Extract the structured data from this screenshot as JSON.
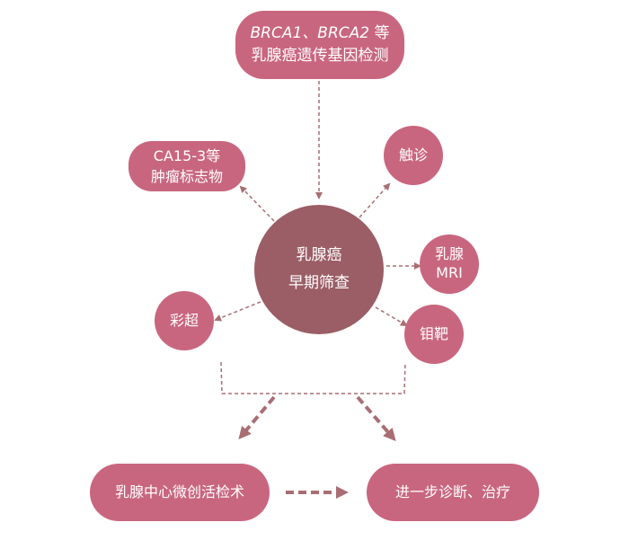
{
  "top": {
    "line1_a": "BRCA1、BRCA2",
    "line1_b": "等",
    "line2": "乳腺癌遗传基因检测"
  },
  "center": {
    "line1": "乳腺癌",
    "line2": "早期筛查"
  },
  "marker": {
    "line1": "CA15-3等",
    "line2": "肿瘤标志物"
  },
  "palpation": "触诊",
  "mri": {
    "line1": "乳腺",
    "line2": "MRI"
  },
  "mammography": "钼靶",
  "ultrasound": "彩超",
  "biopsy": "乳腺中心微创活检术",
  "diagnosis": "进一步诊断、治疗",
  "colors": {
    "node": "#c9667f",
    "center": "#9b5e66",
    "arrow": "#a86e74"
  }
}
